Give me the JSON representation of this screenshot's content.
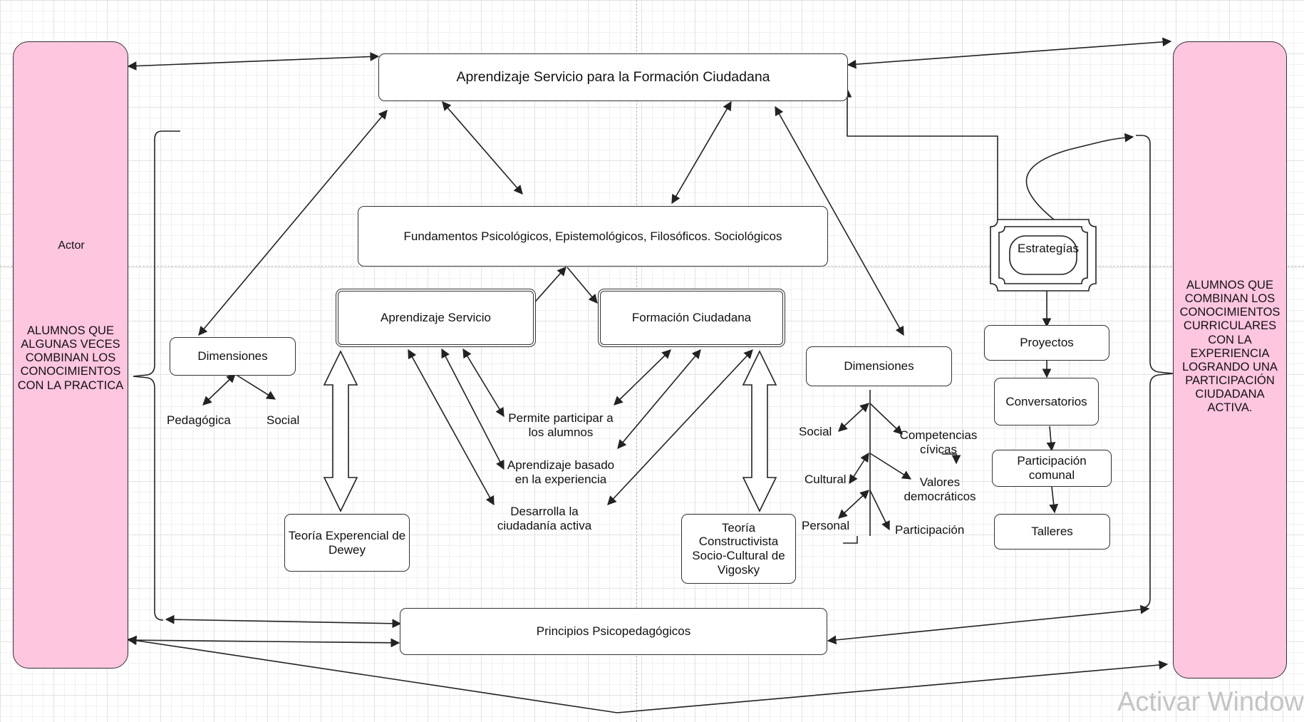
{
  "left_panel": {
    "actor_label": "Actor",
    "text": "ALUMNOS QUE ALGUNAS VECES COMBINAN LOS CONOCIMIENTOS CON LA PRACTICA",
    "fill": "#ffc6e0"
  },
  "right_panel": {
    "text": "ALUMNOS QUE COMBINAN LOS CONOCIMIENTOS CURRICULARES CON LA EXPERIENCIA LOGRANDO UNA PARTICIPACIÓN CIUDADANA ACTIVA.",
    "fill": "#ffc6e0"
  },
  "nodes": {
    "main_title": "Aprendizaje Servicio para la Formación Ciudadana",
    "fundamentos": "Fundamentos Psicológicos, Epistemológicos, Filosóficos. Sociológicos",
    "aprendizaje_servicio": "Aprendizaje Servicio",
    "formacion_ciudadana": "Formación Ciudadana",
    "dimensiones_left": "Dimensiones",
    "dimensiones_right": "Dimensiones",
    "dewey": "Teoría Experencial de Dewey",
    "vigosky": "Teoría Constructivista Socio-Cultural de Vigosky",
    "principios": "Principios Psicopedagógicos",
    "estrategias": "Estrategías",
    "proyectos": "Proyectos",
    "conversatorios": "Conversatorios",
    "participacion_comunal": "Participación comunal",
    "talleres": "Talleres"
  },
  "labels": {
    "pedagogica": "Pedagógica",
    "social_left": "Social",
    "permite": "Permite participar a los alumnos",
    "aprendizaje_basado": "Aprendizaje basado en la experiencia",
    "desarrolla": "Desarrolla la ciudadanía activa",
    "social_right": "Social",
    "competencias": "Competencias cívicas",
    "cultural": "Cultural",
    "valores": "Valores democráticos",
    "personal": "Personal",
    "participacion": "Participación"
  },
  "watermark": "Activar Window"
}
